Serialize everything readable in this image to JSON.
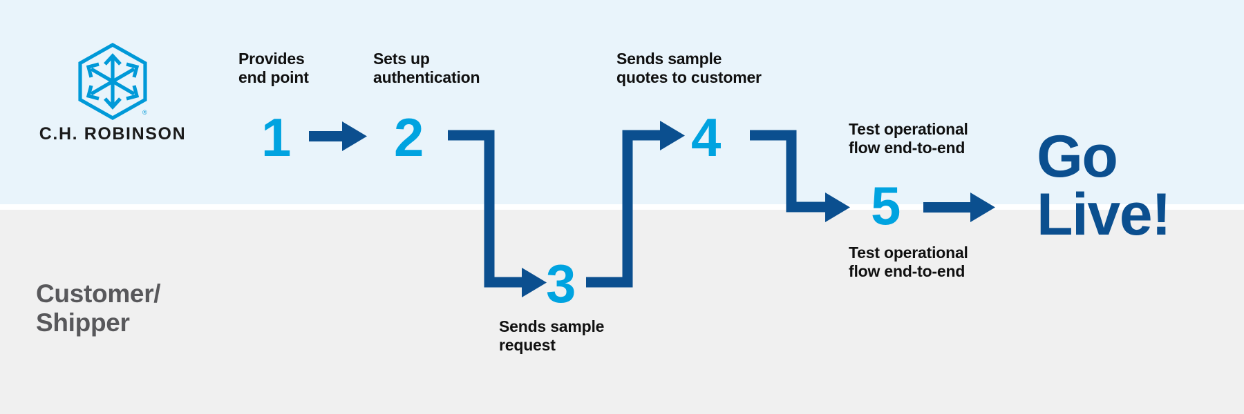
{
  "brand": {
    "name": "C.H. ROBINSON",
    "logo_icon": "ch-robinson-hexagon-arrows-logo",
    "logo_color": "#0099d8",
    "registered_mark": "®"
  },
  "colors": {
    "step_number": "#00a3e0",
    "connector": "#0b4f8f",
    "go_live": "#0b4f8f",
    "caption_text": "#101010",
    "lane_label_text": "#58585b",
    "band_top": "#e9f4fb",
    "band_bottom": "#f0f0f0",
    "band_divider": "#ffffff"
  },
  "lanes": [
    {
      "id": "provider",
      "label": ""
    },
    {
      "id": "customer",
      "label": "Customer/\nShipper"
    }
  ],
  "steps": [
    {
      "number": "1",
      "caption": "Provides\nend point",
      "caption_position": "above",
      "lane": "provider"
    },
    {
      "number": "2",
      "caption": "Sets up\nauthentication",
      "caption_position": "above",
      "lane": "provider"
    },
    {
      "number": "3",
      "caption": "Sends sample\nrequest",
      "caption_position": "below",
      "lane": "customer"
    },
    {
      "number": "4",
      "caption": "Sends sample\nquotes to customer",
      "caption_position": "above",
      "lane": "provider"
    },
    {
      "number": "5",
      "caption": "Test operational\nflow end-to-end",
      "caption_below": "Test operational\nflow end-to-end",
      "caption_position": "both",
      "lane": "both"
    }
  ],
  "outcome": {
    "label": "Go\nLive!"
  },
  "connectors": [
    {
      "from": "1",
      "to": "2",
      "shape": "straight-right"
    },
    {
      "from": "2",
      "to": "3",
      "shape": "elbow-down"
    },
    {
      "from": "3",
      "to": "4",
      "shape": "elbow-up"
    },
    {
      "from": "4",
      "to": "5",
      "shape": "elbow-down"
    },
    {
      "from": "5",
      "to": "go-live",
      "shape": "straight-right"
    }
  ]
}
